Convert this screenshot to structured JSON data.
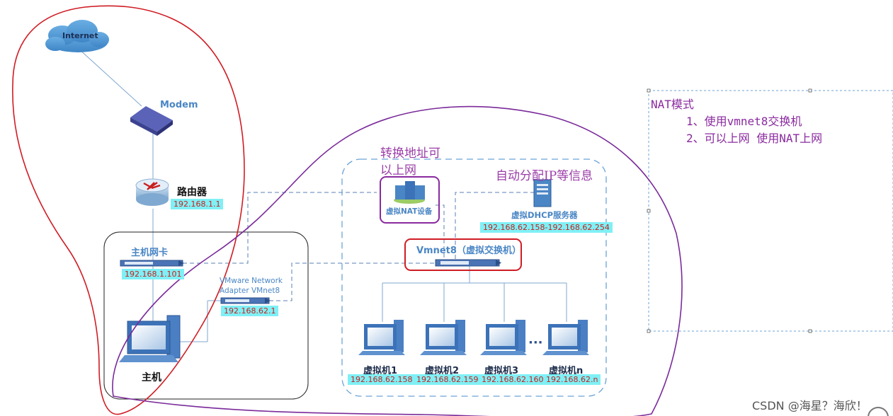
{
  "internet_label": "Internet",
  "modem_label": "Modem",
  "router": {
    "label": "路由器",
    "ip": "192.168.1.1"
  },
  "host_nic": {
    "label": "主机网卡",
    "ip": "192.168.1.101"
  },
  "vmnet8_adapter": {
    "label_line1": "VMware Network",
    "label_line2": "Adapter VMnet8",
    "ip": "192.168.62.1"
  },
  "host": {
    "label": "主机"
  },
  "nat_device": {
    "label": "虚拟NAT设备",
    "annotation_line1": "转换地址可",
    "annotation_line2": "以上网"
  },
  "dhcp": {
    "label": "虚拟DHCP服务器",
    "range": "192.168.62.158-192.168.62.254",
    "annotation": "自动分配IP等信息"
  },
  "switch": {
    "label": "Vmnet8（虚拟交换机）"
  },
  "vms": [
    {
      "name": "虚拟机1",
      "ip": "192.168.62.158"
    },
    {
      "name": "虚拟机2",
      "ip": "192.168.62.159"
    },
    {
      "name": "虚拟机3",
      "ip": "192.168.62.160"
    },
    {
      "name": "虚拟机n",
      "ip": "192.168.62.n"
    }
  ],
  "ellipsis": "···",
  "nat_note": {
    "title": "NAT模式",
    "item1": "1、使用vmnet8交换机",
    "item2": "2、可以上网   使用NAT上网"
  },
  "watermark": "CSDN @海星？海欣！",
  "colors": {
    "blue_line": "#5a9bd5",
    "red_ring": "#d01c24",
    "purple_ring": "#7a2a9a",
    "ip_bg": "#7ff0f5",
    "ip_text": "#c8201e"
  }
}
